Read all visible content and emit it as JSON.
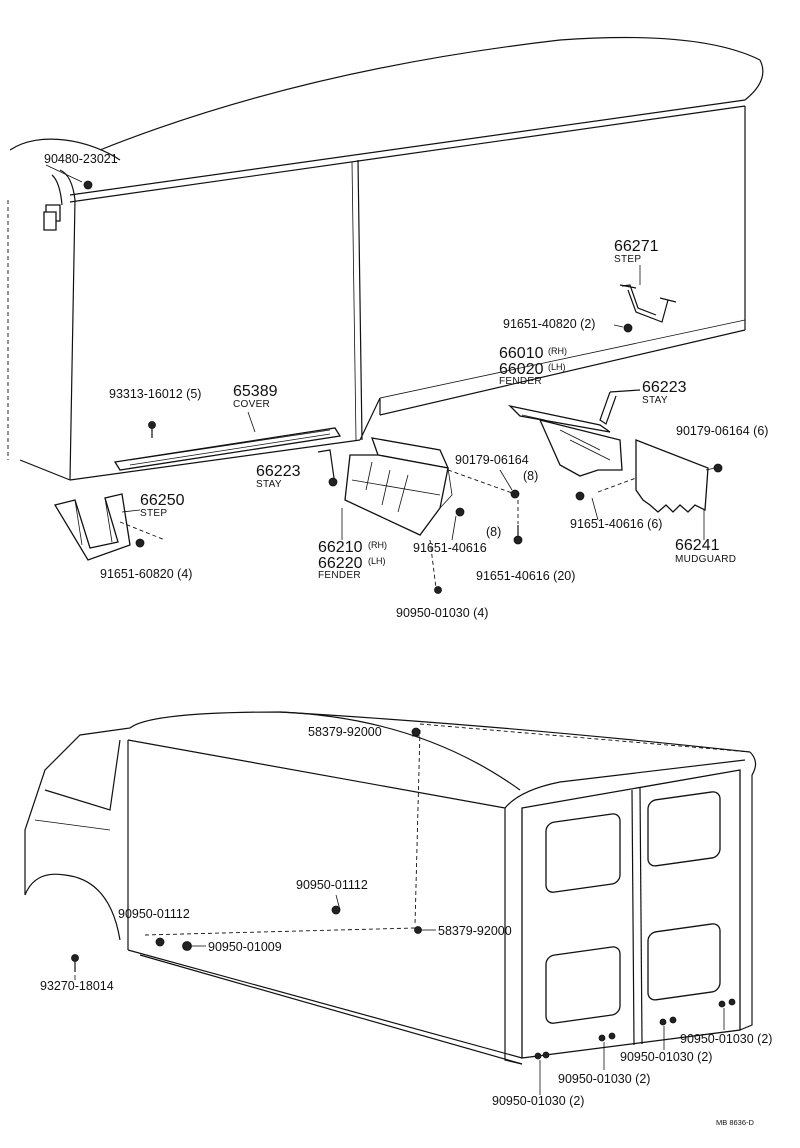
{
  "labels": {
    "p_90480_23021": "90480-23021",
    "p_66271": "66271",
    "p_66271_sub": "STEP",
    "p_91651_40820": "91651-40820 (2)",
    "p_66010": "66010",
    "p_66010_rh": "(RH)",
    "p_66020": "66020",
    "p_66020_lh": "(LH)",
    "p_66010_sub": "FENDER",
    "p_93313_16012": "93313-16012 (5)",
    "p_65389": "65389",
    "p_65389_sub": "COVER",
    "p_66223_r": "66223",
    "p_66223_r_sub": "STAY",
    "p_90179_06164_r": "90179-06164 (6)",
    "p_66223_l": "66223",
    "p_66223_l_sub": "STAY",
    "p_90179_06164_m": "90179-06164",
    "p_90179_06164_m_qty": "(8)",
    "p_66250": "66250",
    "p_66250_sub": "STEP",
    "p_91651_40616_6": "91651-40616 (6)",
    "p_66241": "66241",
    "p_66241_sub": "MUDGUARD",
    "p_91651_60820": "91651-60820 (4)",
    "p_66210": "66210",
    "p_66210_rh": "(RH)",
    "p_66220": "66220",
    "p_66220_lh": "(LH)",
    "p_66210_sub": "FENDER",
    "p_91651_40616_8": "91651-40616",
    "p_91651_40616_8_qty": "(8)",
    "p_91651_40616_20": "91651-40616 (20)",
    "p_90950_01030_4": "90950-01030 (4)",
    "p_58379_92000_a": "58379-92000",
    "p_90950_01112_a": "90950-01112",
    "p_90950_01112_b": "90950-01112",
    "p_58379_92000_b": "58379-92000",
    "p_90950_01009": "90950-01009",
    "p_93270_18014": "93270-18014",
    "p_90950_01030_2a": "90950-01030 (2)",
    "p_90950_01030_2b": "90950-01030 (2)",
    "p_90950_01030_2c": "90950-01030 (2)",
    "p_90950_01030_2d": "90950-01030 (2)",
    "drawing_code": "MB 8636-D"
  }
}
